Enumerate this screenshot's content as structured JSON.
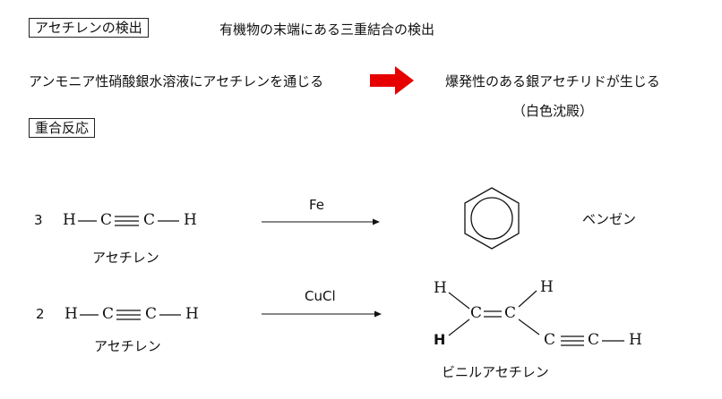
{
  "heading_acetylene_test": "アセチレンの検出",
  "heading_terminal_triple": "有機物の末端にある三重結合の検出",
  "reaction_left": "アンモニア性硝酸銀水溶液にアセチレンを通じる",
  "reaction_right": "爆発性のある銀アセチリドが生じる",
  "reaction_note": "（白色沈殿）",
  "arrow_color": "#e60000",
  "heading_polymerization": "重合反応",
  "rxn1": {
    "coef": "3",
    "formula": [
      "H",
      "C",
      "C",
      "H"
    ],
    "name": "アセチレン",
    "catalyst": "Fe",
    "product": "ベンゼン"
  },
  "rxn2": {
    "coef": "2",
    "formula": [
      "H",
      "C",
      "C",
      "H"
    ],
    "name": "アセチレン",
    "catalyst": "CuCl",
    "product_name": "ビニルアセチレン",
    "product_atoms": {
      "h_top_left": "H",
      "h_top_right": "H",
      "h_bottom_left": "H",
      "c1": "C",
      "c2": "C",
      "c3": "C",
      "c4": "C",
      "h_end": "H"
    }
  }
}
